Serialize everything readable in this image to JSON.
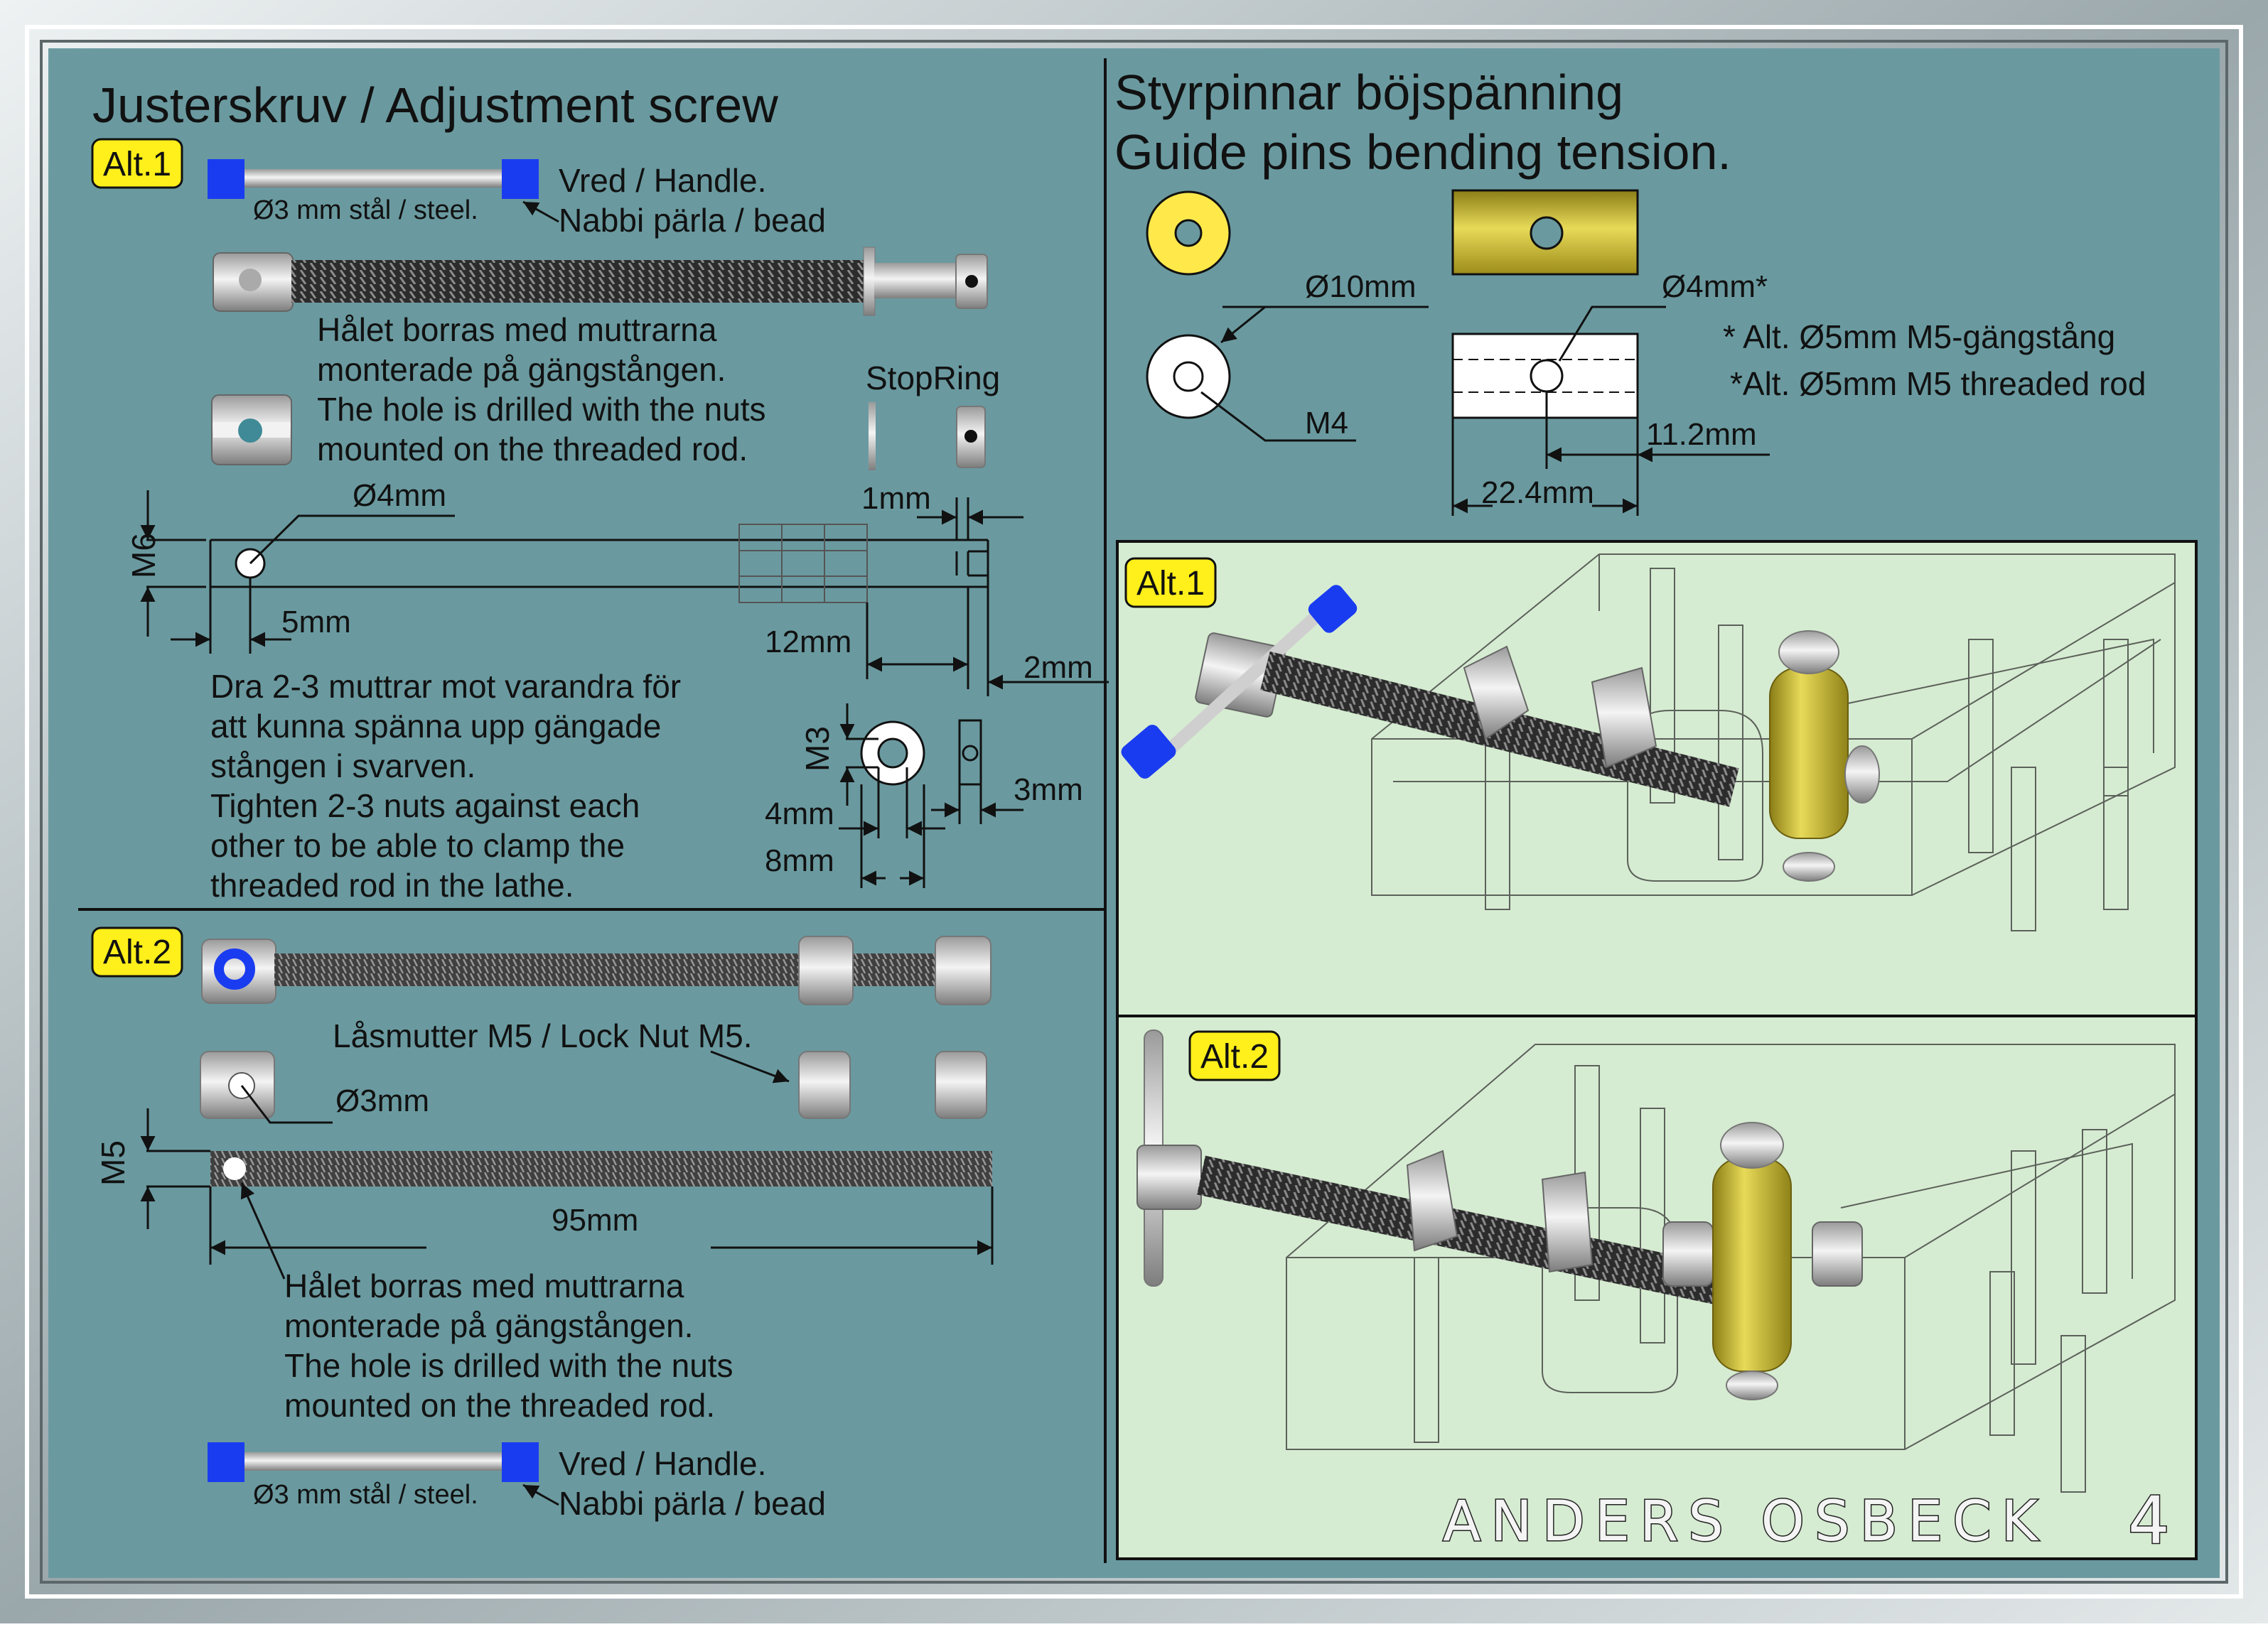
{
  "colors": {
    "panel_bg": "#6a9aa0",
    "frame": "#b8c4c8",
    "render_bg": "#d6ecd2",
    "alt_badge": "#ffef1a",
    "handle_blue": "#1a3cf0",
    "brass": "#d6c64a",
    "rod_dark": "#3a3a3a"
  },
  "signature": "ANDERS OSBECK",
  "signature_num": "4",
  "left": {
    "title": "Justerskruv / Adjustment screw",
    "alt1": {
      "badge": "Alt.1",
      "rod_label": "Ø3 mm stål / steel.",
      "handle_label": "Vred / Handle.",
      "bead_label": "Nabbi pärla / bead",
      "note_lines": [
        "Hålet borras med muttrarna",
        "monterade på gängstången.",
        "The hole is drilled with the nuts",
        "mounted on the threaded rod."
      ],
      "stopring_label": "StopRing",
      "dims": {
        "hole": "Ø4mm",
        "thread": "M6",
        "offset": "5mm",
        "groove": "1mm",
        "length": "12mm",
        "end": "2mm",
        "ring_thread": "M3",
        "ring_inner": "4mm",
        "ring_outer": "8mm",
        "ring_width": "3mm"
      },
      "lathe_lines": [
        "Dra 2-3 muttrar mot varandra för",
        "att kunna spänna upp gängade",
        "stången i svarven.",
        "Tighten 2-3 nuts against each",
        "other to be able to clamp the",
        "threaded rod in the lathe."
      ]
    },
    "alt2": {
      "badge": "Alt.2",
      "locknut_label": "Låsmutter M5 / Lock Nut M5.",
      "dims": {
        "hole": "Ø3mm",
        "thread": "M5",
        "length": "95mm"
      },
      "note_lines": [
        "Hålet borras med muttrarna",
        "monterade på gängstången.",
        "The hole is drilled with the nuts",
        "mounted on the threaded rod."
      ],
      "rod_label": "Ø3 mm stål / steel.",
      "handle_label": "Vred / Handle.",
      "bead_label": "Nabbi pärla / bead"
    }
  },
  "right": {
    "title_lines": [
      "Styrpinnar böjspänning",
      "Guide pins bending tension."
    ],
    "dims": {
      "outer": "Ø10mm",
      "thread": "M4",
      "hole": "Ø4mm*",
      "half": "11.2mm",
      "length": "22.4mm"
    },
    "footnotes": [
      "* Alt. Ø5mm M5-gängstång",
      "*Alt. Ø5mm M5 threaded rod"
    ],
    "render1_badge": "Alt.1",
    "render2_badge": "Alt.2"
  }
}
